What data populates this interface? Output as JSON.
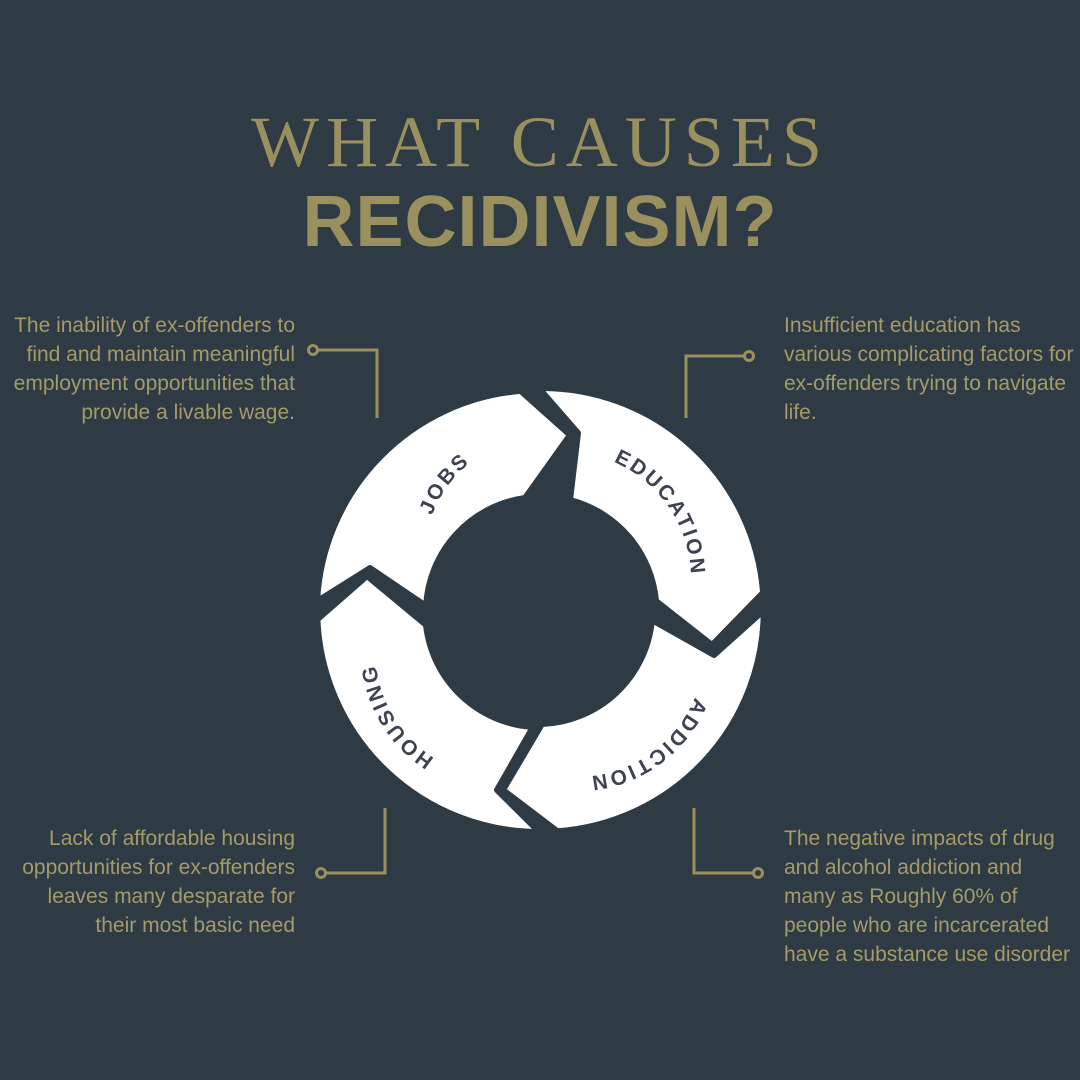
{
  "header": {
    "title_line1": "WHAT CAUSES",
    "title_line2": "RECIDIVISM?"
  },
  "segments": [
    {
      "label": "JOBS",
      "description": "The inability of ex-offenders to find and maintain meaningful employment opportunities that provide a livable wage."
    },
    {
      "label": "EDUCATION",
      "description": "Insufficient education has various complicating factors for ex-offenders trying to navigate life."
    },
    {
      "label": "ADDICTION",
      "description": "The negative impacts of drug and alcohol addiction and many as Roughly 60% of people who are incarcerated have a substance use disorder"
    },
    {
      "label": "HOUSING",
      "description": "Lack of affordable housing opportunities for ex-offenders leaves many desparate for their most basic need"
    }
  ],
  "colors": {
    "background": "#2e3a44",
    "accent": "#9a8f5e",
    "wheel": "#ffffff",
    "segment_text": "#3d4351"
  }
}
